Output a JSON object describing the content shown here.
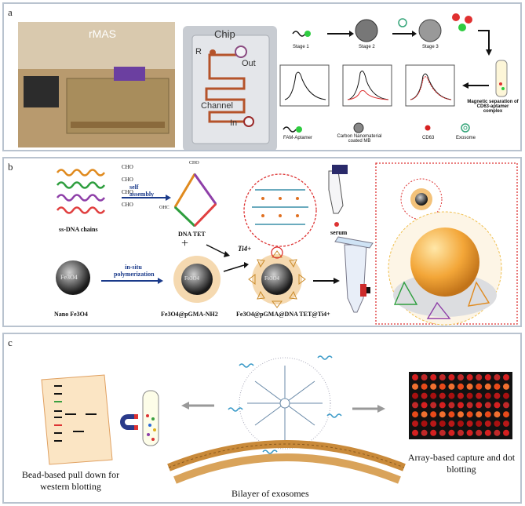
{
  "panels": {
    "a": {
      "label": "a",
      "device_label": "rMAS",
      "chip": {
        "title": "Chip",
        "r": "R",
        "out": "Out",
        "channel": "Channel",
        "inlet": "In"
      },
      "stages": [
        "Stage 1",
        "Stage 2",
        "Stage 3"
      ],
      "magnetic_separation": "Magnetic separation of CD63-aptamer complex",
      "legend": {
        "aptamer": "FAM-Aptamer",
        "mb": "Carbon Nanomaterial coated MB",
        "cd63": "CD63",
        "exosome": "Exosome"
      }
    },
    "b": {
      "label": "b",
      "cho": "CHO",
      "ohc": "OHC",
      "ssdna": "ss-DNA chains",
      "self_assembly": "self assembly",
      "dna_tet": "DNA TET",
      "fe3o4": "Fe3O4",
      "nano_fe3o4": "Nano Fe3O4",
      "in_situ": "in-situ polymerization",
      "pgma": "Fe3O4@pGMA-NH2",
      "final": "Fe3O4@pGMA@DNA TET@Ti4+",
      "ti": "Ti4+",
      "plus": "+",
      "serum": "serum"
    },
    "c": {
      "label": "c",
      "bead": "Bead-based pull down for western blotting",
      "bilayer": "Bilayer of exosomes",
      "array": "Array-based capture and dot blotting"
    }
  },
  "colors": {
    "panel_border": "#b9c3cf",
    "bead_gold": "#f0a23a",
    "rna_red": "#c9302c",
    "array_black": "#111111",
    "blot_bg": "#fbe5c4"
  }
}
